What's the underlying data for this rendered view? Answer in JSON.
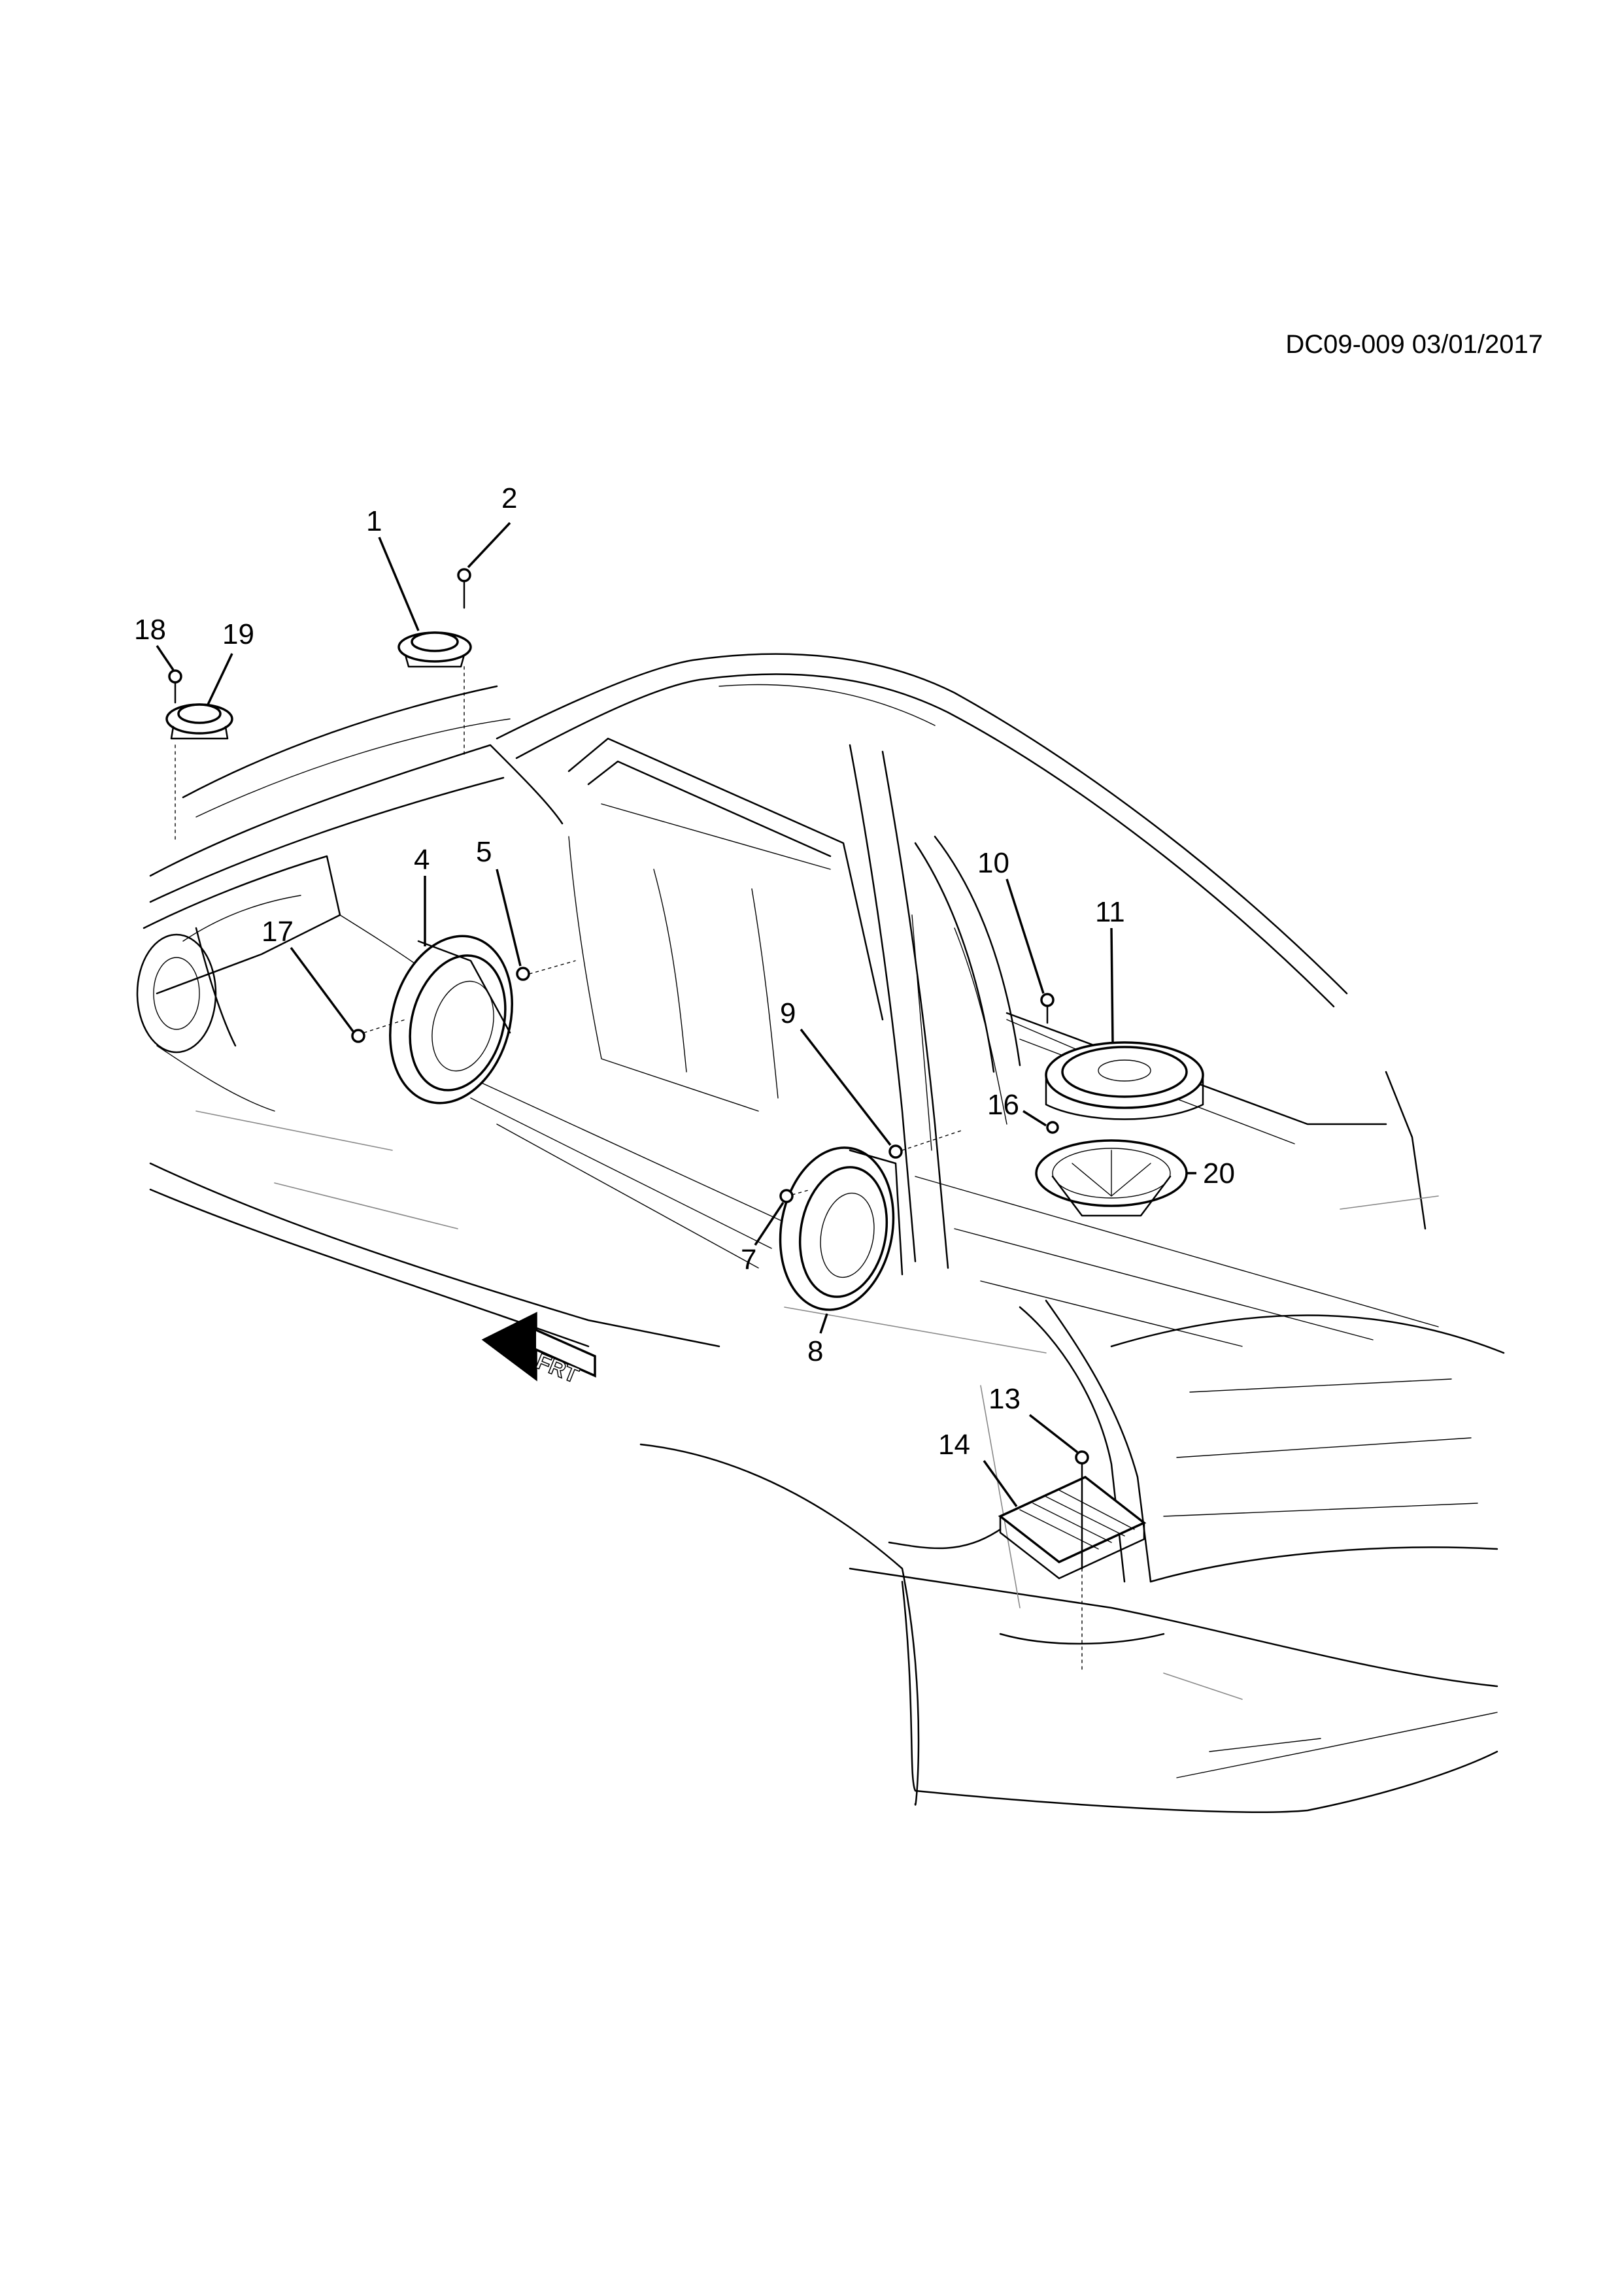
{
  "document": {
    "code": "DC09-009 03/01/2017"
  },
  "callouts": [
    {
      "id": "1",
      "label": "1"
    },
    {
      "id": "2",
      "label": "2"
    },
    {
      "id": "4",
      "label": "4"
    },
    {
      "id": "5",
      "label": "5"
    },
    {
      "id": "7",
      "label": "7"
    },
    {
      "id": "8",
      "label": "8"
    },
    {
      "id": "9",
      "label": "9"
    },
    {
      "id": "10",
      "label": "10"
    },
    {
      "id": "11",
      "label": "11"
    },
    {
      "id": "13",
      "label": "13"
    },
    {
      "id": "14",
      "label": "14"
    },
    {
      "id": "16",
      "label": "16"
    },
    {
      "id": "17",
      "label": "17"
    },
    {
      "id": "18",
      "label": "18"
    },
    {
      "id": "19",
      "label": "19"
    },
    {
      "id": "20",
      "label": "20"
    }
  ],
  "orientation_marker": {
    "label": "FRT",
    "icon": "front-direction-arrow-icon"
  }
}
